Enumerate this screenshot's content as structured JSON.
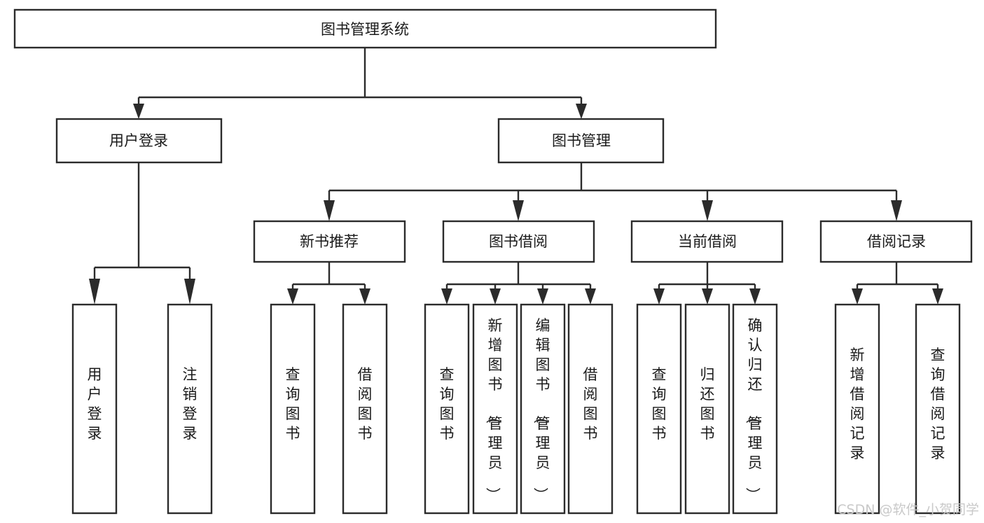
{
  "diagram": {
    "title": "图书管理系统",
    "type": "tree",
    "orientation": "top-down",
    "colors": {
      "box_fill": "#ffffff",
      "box_stroke": "#2b2b2b",
      "text": "#1a1a1a",
      "background": "#ffffff",
      "watermark": "#c9c9c9"
    },
    "root": {
      "label": "图书管理系统"
    },
    "level2": [
      {
        "label": "用户登录"
      },
      {
        "label": "图书管理"
      }
    ],
    "level3": [
      {
        "label": "新书推荐"
      },
      {
        "label": "图书借阅"
      },
      {
        "label": "当前借阅"
      },
      {
        "label": "借阅记录"
      }
    ],
    "leaves": {
      "user_login": [
        {
          "label": "用户登录"
        },
        {
          "label": "注销登录"
        }
      ],
      "new_book_recommend": [
        {
          "label": "查询图书"
        },
        {
          "label": "借阅图书"
        }
      ],
      "book_borrow": [
        {
          "label": "查询图书"
        },
        {
          "label": "新增图书（管理员）"
        },
        {
          "label": "编辑图书（管理员）"
        },
        {
          "label": "借阅图书"
        }
      ],
      "current_borrow": [
        {
          "label": "查询图书"
        },
        {
          "label": "归还图书"
        },
        {
          "label": "确认归还（管理员）"
        }
      ],
      "borrow_record": [
        {
          "label": "新增借阅记录"
        },
        {
          "label": "查询借阅记录"
        }
      ]
    }
  },
  "watermark": {
    "text": "CSDN @软件_小贺同学"
  }
}
